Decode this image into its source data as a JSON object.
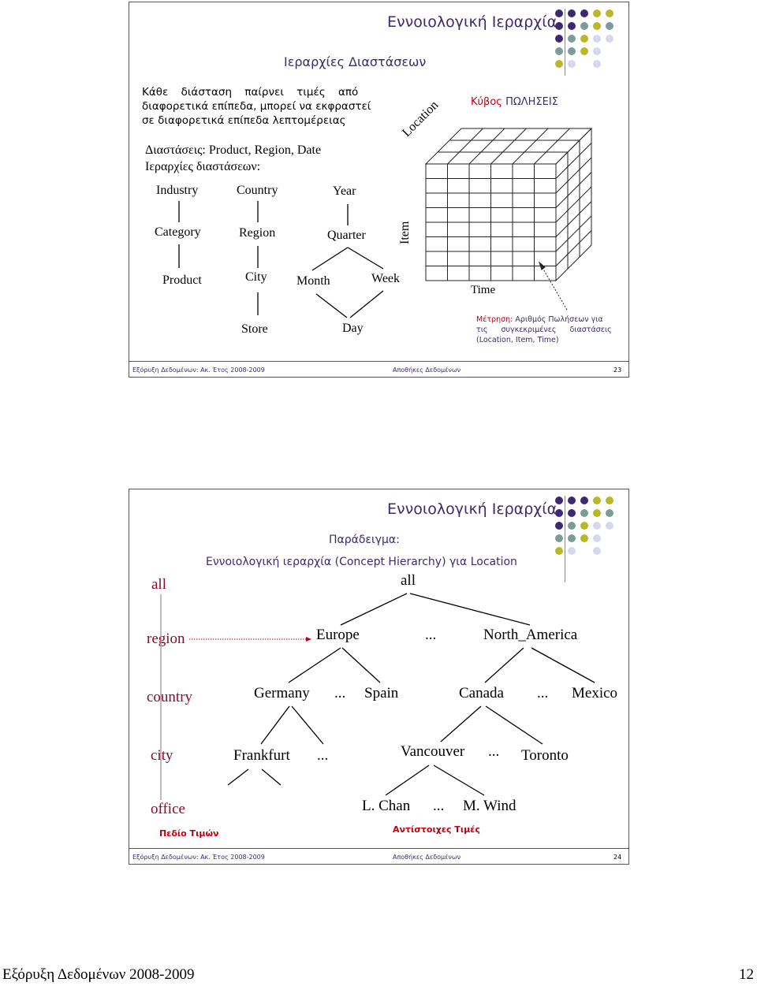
{
  "slide1": {
    "title": "Εννοιολογική Ιεραρχία",
    "subtitle": "Ιεραρχίες Διαστάσεων",
    "intro_line1": "Κάθε διάσταση παίρνει τιμές από",
    "intro_line2": "διαφορετικά επίπεδα, μπορεί να εκφραστεί",
    "intro_line3": "σε διαφορετικά επίπεδα λεπτομέρειας",
    "dims_line": "Διαστάσεις: Product, Region, Date",
    "hier_line": "Ιεραρχίες διαστάσεων:",
    "product_hierarchy": [
      "Industry",
      "Category",
      "Product"
    ],
    "region_hierarchy": [
      "Country",
      "Region",
      "City",
      "Store"
    ],
    "date_hierarchy": {
      "year": "Year",
      "quarter": "Quarter",
      "month": "Month",
      "week": "Week",
      "day": "Day"
    },
    "cube_label_prefix": "Κύβος",
    "cube_name": "ΠΩΛΗΣΕΙΣ",
    "axis_location": "Location",
    "axis_item": "Item",
    "axis_time": "Time",
    "measure_label": "Μέτρηση:",
    "measure_text1": "Αριθμός Πωλήσεων για",
    "measure_text2": "τις συγκεκριμένες διαστάσεις",
    "measure_text3": "(Location, Item, Time)",
    "footer_left": "Εξόρυξη Δεδομένων: Ακ. Έτος 2008-2009",
    "footer_center": "Αποθήκες Δεδομένων",
    "page_number": "23"
  },
  "slide2": {
    "title": "Εννοιολογική Ιεραρχία",
    "example_label": "Παράδειγμα:",
    "example_text": "Εννοιολογική ιεραρχία (Concept Hierarchy) για Location",
    "levels": [
      "all",
      "region",
      "country",
      "city",
      "office"
    ],
    "levels_caption": "Πεδίο Τιμών",
    "values_caption": "Αντίστοιχες Τιμές",
    "root": "all",
    "regions": [
      "Europe",
      "...",
      "North_America"
    ],
    "countries": [
      "Germany",
      "...",
      "Spain",
      "Canada",
      "...",
      "Mexico"
    ],
    "cities": [
      "Frankfurt",
      "...",
      "Vancouver",
      "...",
      "Toronto"
    ],
    "offices": [
      "L. Chan",
      "...",
      "M. Wind"
    ],
    "footer_left": "Εξόρυξη Δεδομένων: Ακ. Έτος 2008-2009",
    "footer_center": "Αποθήκες Δεδομένων",
    "page_number": "24"
  },
  "page": {
    "footer_left": "Εξόρυξη Δεδομένων 2008-2009",
    "page_number": "12"
  },
  "colors": {
    "purple": "#3d2a6e",
    "olive": "#b9b82a",
    "teal": "#7a9c9a",
    "lavender": "#d7d7ee",
    "level_red": "#8b0a2a"
  }
}
